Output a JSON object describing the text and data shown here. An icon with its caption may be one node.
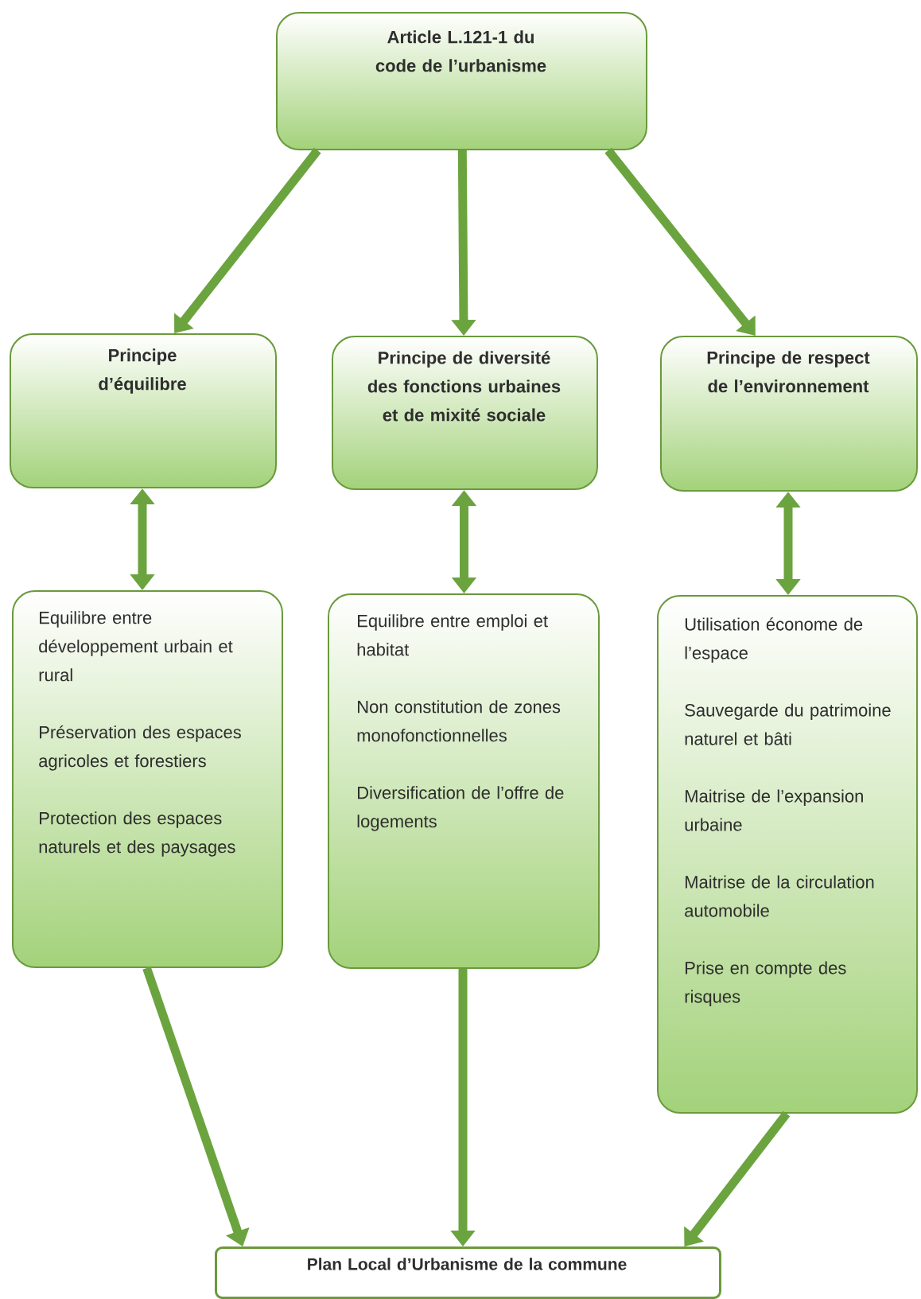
{
  "diagram": {
    "nodes": [
      {
        "text": [
          "Article L.121-1 du code de l’urbanisme"
        ]
      },
      {
        "text": [
          "Principe d’équilibre"
        ]
      },
      {
        "text": [
          "Principe de diversité des fonctions urbaines et de mixité sociale"
        ]
      },
      {
        "text": [
          "Principe de respect de l’environnement"
        ]
      },
      {
        "text": [
          "Equilibre entre développement urbain et rural",
          "Préservation des espaces agricoles et forestiers",
          "Protection des espaces naturels et des paysages"
        ]
      },
      {
        "text": [
          "Equilibre entre emploi et habitat",
          "Non constitution de zones monofonctionnelles",
          "Diversification de l’offre de logements"
        ]
      },
      {
        "text": [
          "Utilisation économe de l’espace",
          "Sauvegarde du patrimoine naturel et bâti",
          "Maitrise de l’expansion urbaine",
          "Maitrise de la circulation automobile",
          "Prise en compte des risques"
        ]
      },
      {
        "text": [
          "Plan Local d’Urbanisme de la commune"
        ]
      }
    ],
    "edges": [
      {
        "from": 0,
        "to": 1,
        "arrow": "to"
      },
      {
        "from": 0,
        "to": 2,
        "arrow": "to"
      },
      {
        "from": 0,
        "to": 3,
        "arrow": "to"
      },
      {
        "from": 1,
        "to": 4,
        "arrow": "both"
      },
      {
        "from": 2,
        "to": 5,
        "arrow": "both"
      },
      {
        "from": 3,
        "to": 6,
        "arrow": "both"
      },
      {
        "from": 4,
        "to": 7,
        "arrow": "to"
      },
      {
        "from": 5,
        "to": 7,
        "arrow": "to"
      },
      {
        "from": 6,
        "to": 7,
        "arrow": "to"
      }
    ]
  }
}
